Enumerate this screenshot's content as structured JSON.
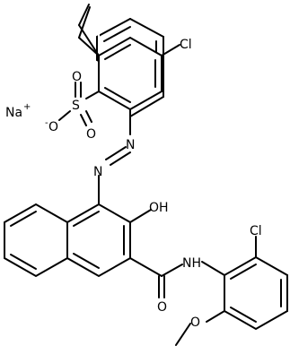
{
  "molecule": {
    "ion": {
      "symbol": "Na",
      "charge": "+"
    },
    "atom_labels": {
      "cl_top": "Cl",
      "sulfur": "S",
      "o_top": "O",
      "o_right": "O",
      "o_minus": "O",
      "o_minus_charge": "-",
      "n_azo_upper": "N",
      "n_azo_lower": "N",
      "hydroxyl": "OH",
      "amide_nh": "NH",
      "amide_o": "O",
      "cl_bottom": "Cl",
      "methoxy_o": "O"
    }
  }
}
